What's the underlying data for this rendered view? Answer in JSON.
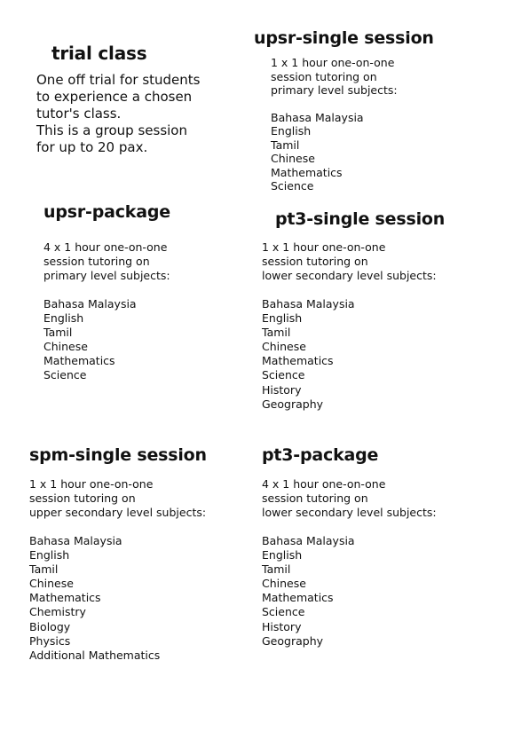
{
  "trial_class": {
    "title": "trial class",
    "description": [
      "One off trial for students",
      "to experience a chosen",
      "tutor's class.",
      "This is a group session",
      "for up to 20 pax."
    ]
  },
  "upsr_single": {
    "title": "upsr-single session",
    "description": [
      "1 x 1 hour one-on-one",
      "session tutoring on",
      "primary level subjects:"
    ],
    "subjects": [
      "Bahasa Malaysia",
      "English",
      "Tamil",
      "Chinese",
      "Mathematics",
      "Science"
    ]
  },
  "upsr_package": {
    "title": "upsr-package",
    "description": [
      "4 x 1 hour one-on-one",
      "session tutoring on",
      "primary level subjects:"
    ],
    "subjects": [
      "Bahasa Malaysia",
      "English",
      "Tamil",
      "Chinese",
      "Mathematics",
      "Science"
    ]
  },
  "pt3_single": {
    "title": "pt3-single session",
    "description": [
      "1 x 1 hour one-on-one",
      "session tutoring on",
      "lower secondary level subjects:"
    ],
    "subjects": [
      "Bahasa Malaysia",
      "English",
      "Tamil",
      "Chinese",
      "Mathematics",
      "Science",
      "History",
      "Geography"
    ]
  },
  "spm_single": {
    "title": "spm-single session",
    "description": [
      "1 x 1 hour one-on-one",
      "session tutoring on",
      "upper secondary level subjects:"
    ],
    "subjects": [
      "Bahasa Malaysia",
      "English",
      "Tamil",
      "Chinese",
      "Mathematics",
      "Chemistry",
      "Biology",
      "Physics",
      "Additional Mathematics"
    ]
  },
  "pt3_package": {
    "title": "pt3-package",
    "description": [
      "4 x 1 hour one-on-one",
      "session tutoring on",
      "lower secondary level subjects:"
    ],
    "subjects": [
      "Bahasa Malaysia",
      "English",
      "Tamil",
      "Chinese",
      "Mathematics",
      "Science",
      "History",
      "Geography"
    ]
  }
}
